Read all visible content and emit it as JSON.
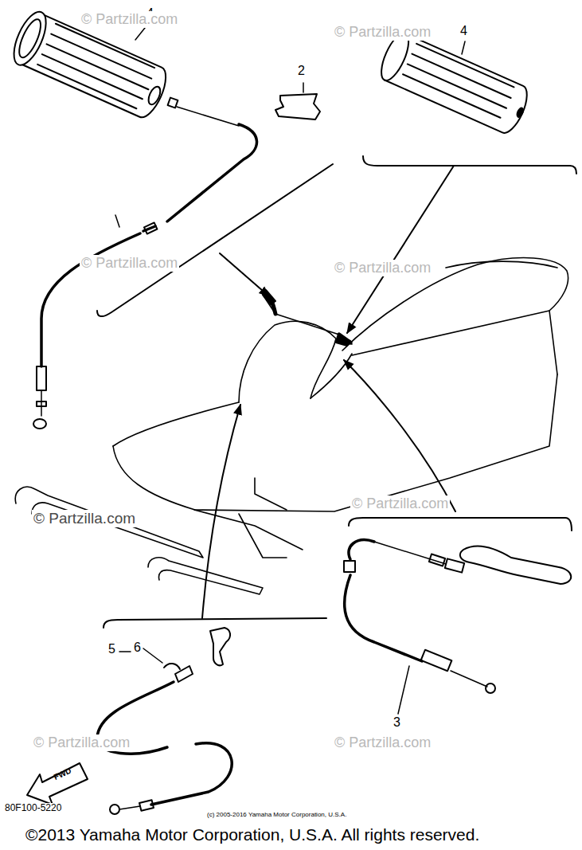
{
  "diagram": {
    "caption": "©2013 Yamaha Motor Corporation, U.S.A. All rights reserved.",
    "labels": [
      "4",
      "© Partzilla.com",
      "2",
      "© Partzilla.com",
      "4",
      "© Partzilla.com",
      "© Partzilla.com",
      "© Partzilla.com",
      "© Partzilla.com",
      "5",
      "6",
      "3",
      "© Partzilla.com",
      "© Partzilla.com",
      "FWD",
      "80F100-5220",
      "(c) 2005-2016 Yamaha Motor Corporation, U.S.A."
    ]
  }
}
